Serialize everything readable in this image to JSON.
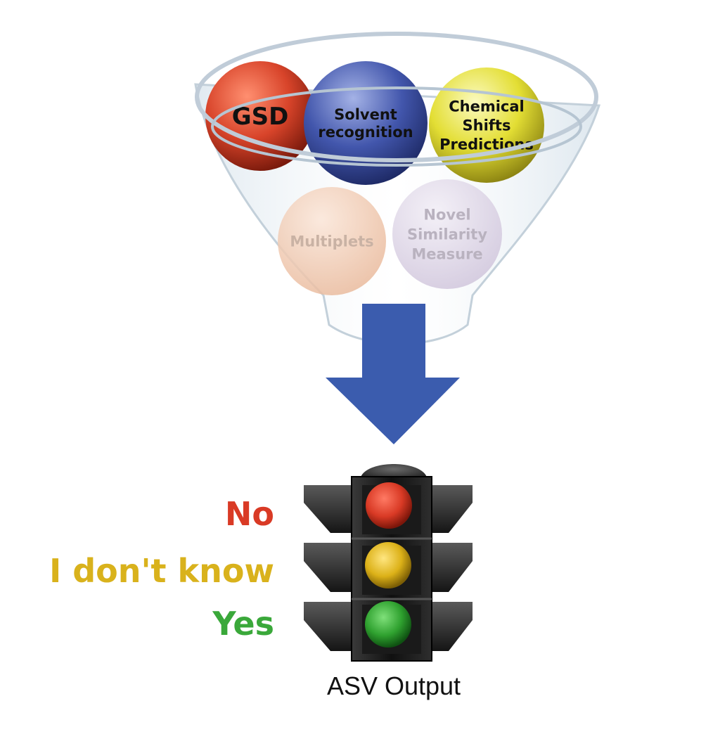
{
  "funnel": {
    "items": [
      {
        "label_lines": [
          "GSD"
        ],
        "color": "#d8442a",
        "text_color": "#111111",
        "faded": false
      },
      {
        "label_lines": [
          "Solvent",
          "recognition"
        ],
        "color": "#3e52a8",
        "text_color": "#111111",
        "faded": false
      },
      {
        "label_lines": [
          "Chemical",
          "Shifts",
          "Predictions"
        ],
        "color": "#e6e23a",
        "text_color": "#111111",
        "faded": false
      },
      {
        "label_lines": [
          "Multiplets"
        ],
        "color": "#f0c7ad",
        "text_color": "#c9b2a4",
        "faded": true
      },
      {
        "label_lines": [
          "Novel",
          "Similarity",
          "Measure"
        ],
        "color": "#dcd4e4",
        "text_color": "#b9b2bf",
        "faded": true
      }
    ]
  },
  "arrow": {
    "color": "#3b5cae"
  },
  "traffic_light": {
    "lights": [
      {
        "label": "No",
        "color": "#d93a25"
      },
      {
        "label": "I don't know",
        "color": "#d9b21c"
      },
      {
        "label": "Yes",
        "color": "#3aa83a"
      }
    ]
  },
  "caption": "ASV Output"
}
